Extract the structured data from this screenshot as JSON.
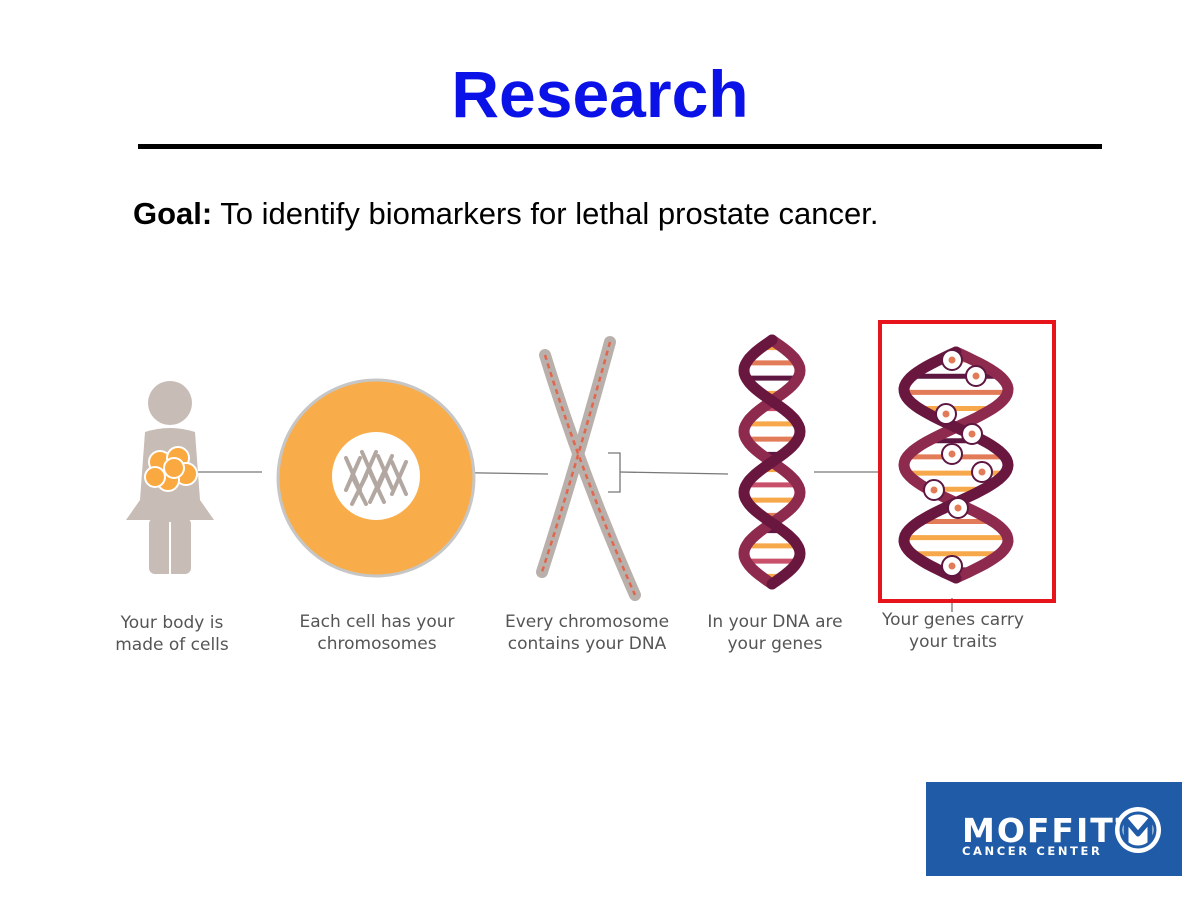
{
  "slide": {
    "title": "Research",
    "title_color": "#0A12E8",
    "goal_label": "Goal:",
    "goal_text": " To identify biomarkers for lethal prostate cancer."
  },
  "diagram": {
    "steps": [
      {
        "line1": "Your body is",
        "line2": "made of cells",
        "icon": "body-icon"
      },
      {
        "line1": "Each cell has your",
        "line2": "chromosomes",
        "icon": "cell-icon"
      },
      {
        "line1": "Every chromosome",
        "line2": "contains your DNA",
        "icon": "chromosome-icon"
      },
      {
        "line1": "In your DNA are",
        "line2": "your genes",
        "icon": "dna-icon"
      },
      {
        "line1": "Your genes carry",
        "line2": "your traits",
        "icon": "dna-traits-icon"
      }
    ],
    "highlight_color": "#E8141B",
    "trait_icons": [
      "lips-icon",
      "fork-knife-icon",
      "book-icon",
      "tooth-icon",
      "music-note-icon",
      "eye-icon",
      "heartbeat-icon",
      "glasses-icon",
      "speech-bubble-icon"
    ]
  },
  "logo": {
    "main": "MOFFITT",
    "sub": "CANCER CENTER",
    "background": "#1F5BA6"
  }
}
